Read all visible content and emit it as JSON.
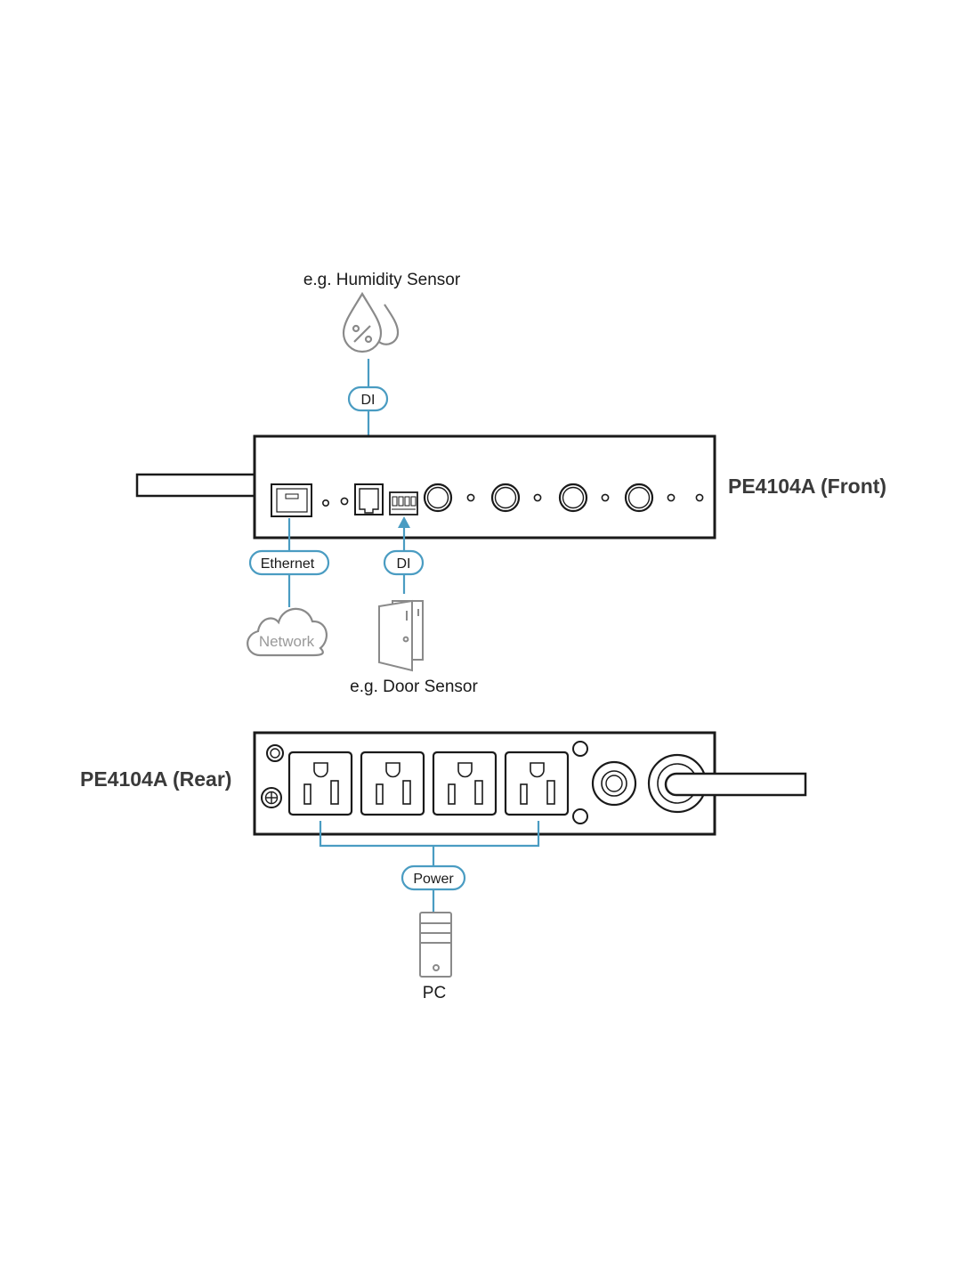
{
  "labels": {
    "humidity_sensor": "e.g. Humidity Sensor",
    "front_unit": "PE4104A (Front)",
    "rear_unit": "PE4104A (Rear)",
    "door_sensor": "e.g. Door Sensor",
    "network": "Network",
    "pc": "PC"
  },
  "connections": {
    "di_top": "DI",
    "ethernet": "Ethernet",
    "di_bottom": "DI",
    "power": "Power"
  },
  "icons": {
    "humidity": "humidity-drops-icon",
    "cloud": "cloud-icon",
    "door": "door-icon",
    "pc": "pc-tower-icon"
  },
  "colors": {
    "connector": "#4a9cc2",
    "device_outline": "#1a1a1a",
    "icon_gray": "#8a8a8a"
  }
}
